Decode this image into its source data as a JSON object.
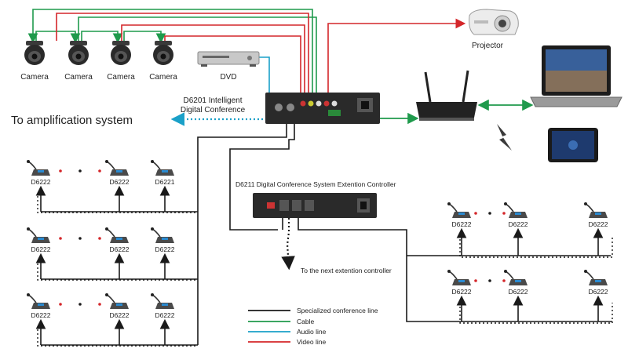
{
  "colors": {
    "conference": "#1a1a1a",
    "cable": "#1f9a4c",
    "audio": "#1aa0c8",
    "video": "#d4262a",
    "device": "#2a2a2a",
    "screen": "#1e3a6e"
  },
  "labels": {
    "camera": "Camera",
    "dvd": "DVD",
    "projector": "Projector",
    "amplification": "To amplification system",
    "main_unit_line1": "D6201 Intelligent",
    "main_unit_line2": "Digital Conference",
    "extension_controller": "D6211 Digital Conference System Extention Controller",
    "next_controller": "To the next extention controller"
  },
  "mic_rows": [
    [
      "D6222",
      "D6222",
      "D6221"
    ],
    [
      "D6222",
      "D6222",
      "D6222"
    ],
    [
      "D6222",
      "D6222",
      "D6222"
    ],
    [
      "D6222",
      "D6222",
      "D6222"
    ],
    [
      "D6222",
      "D6222",
      "D6222"
    ]
  ],
  "legend": [
    {
      "label": "Specialized conference line",
      "color": "#1a1a1a"
    },
    {
      "label": "Cable",
      "color": "#1f9a4c"
    },
    {
      "label": "Audio line",
      "color": "#1aa0c8"
    },
    {
      "label": "Video line",
      "color": "#d4262a"
    }
  ]
}
